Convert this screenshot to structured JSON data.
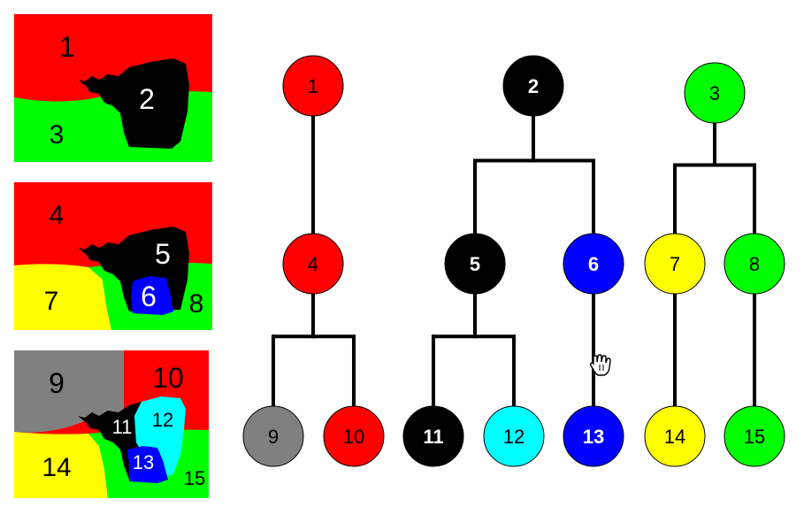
{
  "colors": {
    "red": "#ff0000",
    "black": "#000000",
    "green": "#00ff00",
    "yellow": "#ffff00",
    "blue": "#0000ff",
    "gray": "#808080",
    "cyan": "#00ffff"
  },
  "segmentation_panels": [
    {
      "level": 1,
      "regions": [
        {
          "label": "1",
          "color": "red"
        },
        {
          "label": "2",
          "color": "black"
        },
        {
          "label": "3",
          "color": "green"
        }
      ]
    },
    {
      "level": 2,
      "regions": [
        {
          "label": "4",
          "color": "red"
        },
        {
          "label": "5",
          "color": "black"
        },
        {
          "label": "6",
          "color": "blue"
        },
        {
          "label": "7",
          "color": "yellow"
        },
        {
          "label": "8",
          "color": "green"
        }
      ]
    },
    {
      "level": 3,
      "regions": [
        {
          "label": "9",
          "color": "gray"
        },
        {
          "label": "10",
          "color": "red"
        },
        {
          "label": "11",
          "color": "black"
        },
        {
          "label": "12",
          "color": "cyan"
        },
        {
          "label": "13",
          "color": "blue"
        },
        {
          "label": "14",
          "color": "yellow"
        },
        {
          "label": "15",
          "color": "green"
        }
      ]
    }
  ],
  "tree": {
    "nodes": [
      {
        "id": "1",
        "label": "1",
        "color": "red",
        "bold": false
      },
      {
        "id": "2",
        "label": "2",
        "color": "black",
        "bold": true
      },
      {
        "id": "3",
        "label": "3",
        "color": "green",
        "bold": false
      },
      {
        "id": "4",
        "label": "4",
        "color": "red",
        "bold": false
      },
      {
        "id": "5",
        "label": "5",
        "color": "black",
        "bold": true
      },
      {
        "id": "6",
        "label": "6",
        "color": "blue",
        "bold": true
      },
      {
        "id": "7",
        "label": "7",
        "color": "yellow",
        "bold": false
      },
      {
        "id": "8",
        "label": "8",
        "color": "green",
        "bold": false
      },
      {
        "id": "9",
        "label": "9",
        "color": "gray",
        "bold": false
      },
      {
        "id": "10",
        "label": "10",
        "color": "red",
        "bold": false
      },
      {
        "id": "11",
        "label": "11",
        "color": "black",
        "bold": true
      },
      {
        "id": "12",
        "label": "12",
        "color": "cyan",
        "bold": false
      },
      {
        "id": "13",
        "label": "13",
        "color": "blue",
        "bold": true
      },
      {
        "id": "14",
        "label": "14",
        "color": "yellow",
        "bold": false
      },
      {
        "id": "15",
        "label": "15",
        "color": "green",
        "bold": false
      }
    ],
    "edges": [
      {
        "parent": "1",
        "children": [
          "4"
        ]
      },
      {
        "parent": "2",
        "children": [
          "5",
          "6"
        ]
      },
      {
        "parent": "3",
        "children": [
          "7",
          "8"
        ]
      },
      {
        "parent": "4",
        "children": [
          "9",
          "10"
        ]
      },
      {
        "parent": "5",
        "children": [
          "11",
          "12"
        ]
      },
      {
        "parent": "6",
        "children": [
          "13"
        ]
      },
      {
        "parent": "7",
        "children": [
          "14"
        ]
      },
      {
        "parent": "8",
        "children": [
          "15"
        ]
      }
    ]
  },
  "cursor": {
    "icon": "hand-cursor-icon"
  }
}
